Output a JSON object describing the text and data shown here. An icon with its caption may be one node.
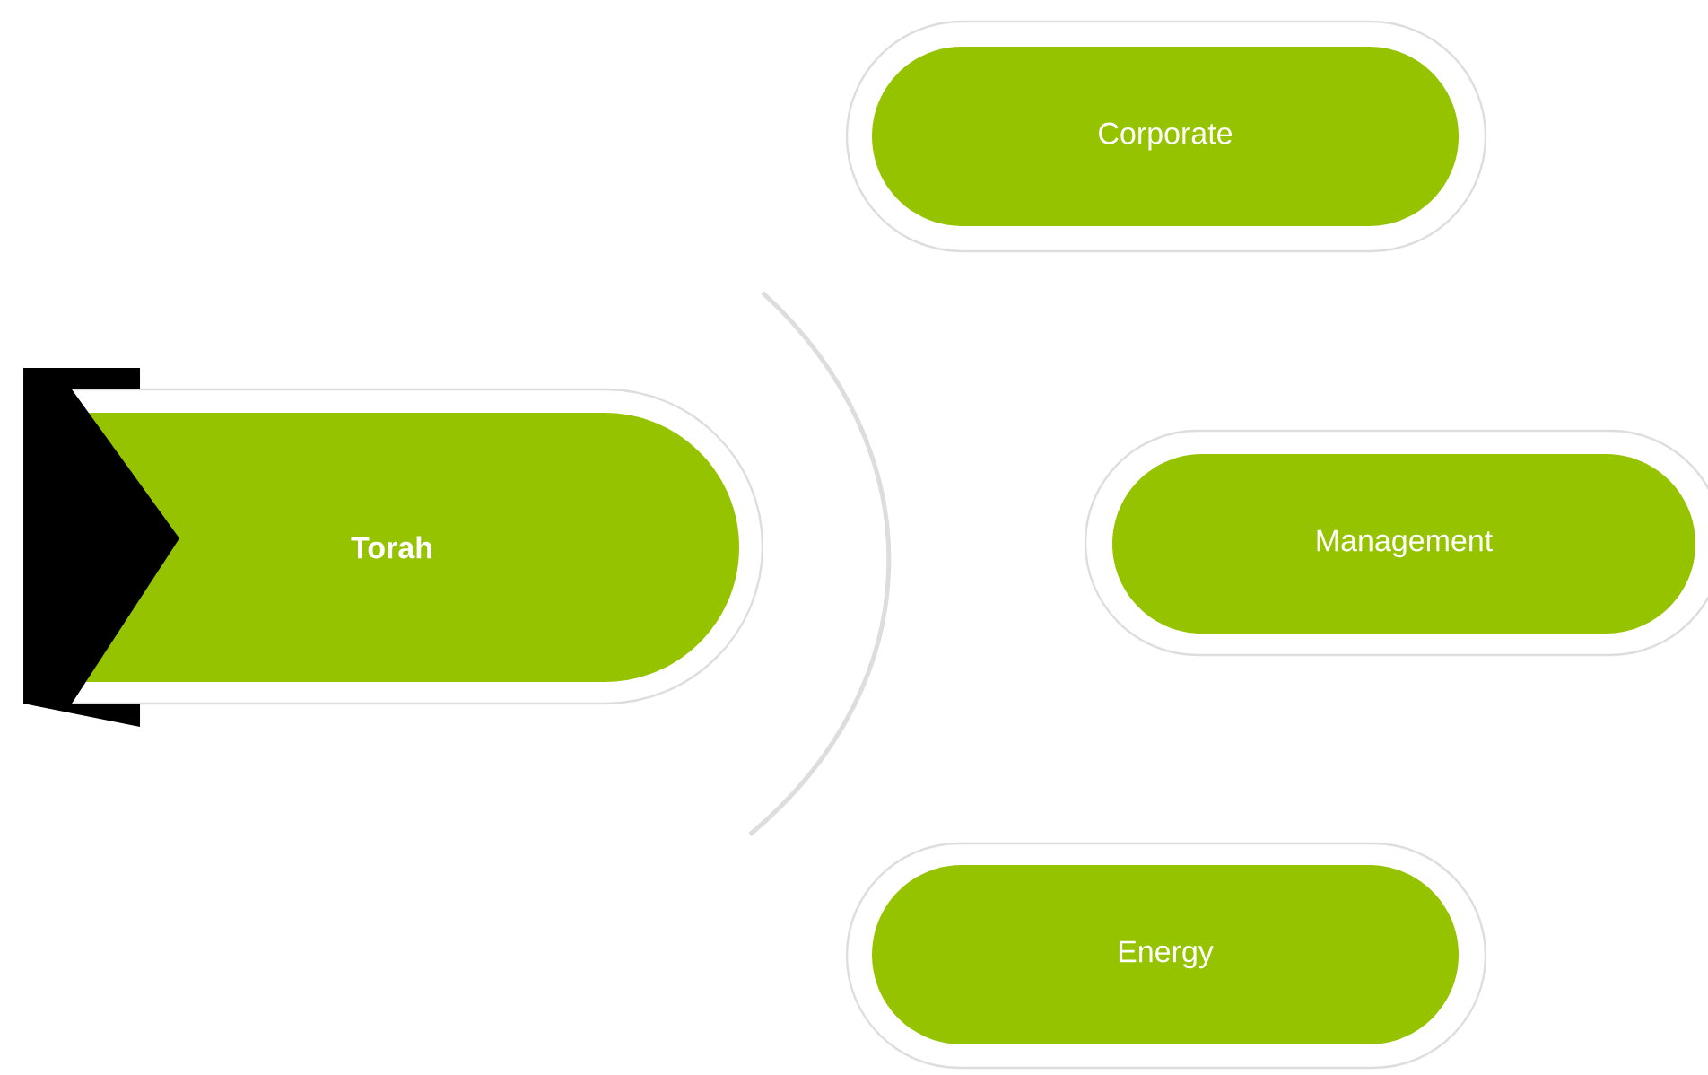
{
  "diagram": {
    "nodes": [
      {
        "text": [
          "Torah"
        ]
      },
      {
        "text": [
          "Corporate"
        ]
      },
      {
        "text": [
          "Management"
        ]
      },
      {
        "text": [
          "Energy"
        ]
      }
    ]
  }
}
